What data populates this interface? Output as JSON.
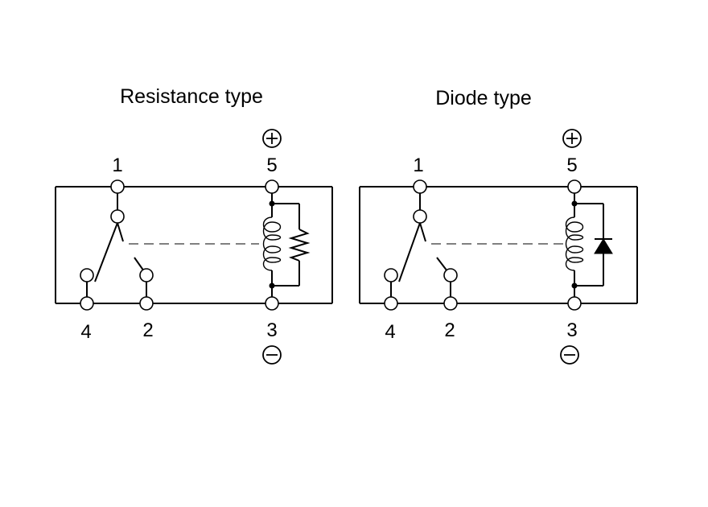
{
  "diagrams": [
    {
      "title": "Resistance type",
      "suppressor": "resistor",
      "pins": {
        "p1": "1",
        "p5": "5",
        "p4": "4",
        "p2": "2",
        "p3": "3"
      },
      "polarity": {
        "top": "positive",
        "bottom": "negative"
      }
    },
    {
      "title": "Diode type",
      "suppressor": "diode",
      "pins": {
        "p1": "1",
        "p5": "5",
        "p4": "4",
        "p2": "2",
        "p3": "3"
      },
      "polarity": {
        "top": "positive",
        "bottom": "negative"
      }
    }
  ]
}
